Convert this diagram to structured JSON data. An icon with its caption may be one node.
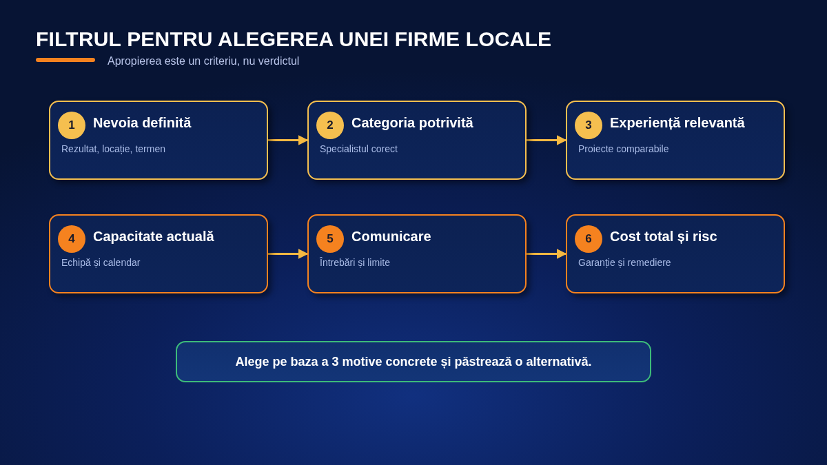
{
  "diagram": {
    "title": "FILTRUL PENTRU ALEGEREA UNEI FIRME LOCALE",
    "nodes": [
      {
        "text": [
          "1",
          "Nevoia definită",
          "Rezultat, locație, termen"
        ]
      },
      {
        "text": [
          "2",
          "Categoria potrivită",
          "Specialistul corect"
        ]
      },
      {
        "text": [
          "3",
          "Experiență relevantă",
          "Proiecte comparabile"
        ]
      },
      {
        "text": [
          "4",
          "Capacitate actuală",
          "Echipă și calendar"
        ]
      },
      {
        "text": [
          "5",
          "Comunicare",
          "Întrebări și limite"
        ]
      },
      {
        "text": [
          "6",
          "Cost total și risc",
          "Garanție și remediere"
        ]
      },
      {
        "text": [
          "Alege pe baza a 3 motive concrete și păstrează o alternativă."
        ]
      }
    ],
    "edges": [
      {
        "from": 0,
        "to": 1,
        "arrow": "to"
      },
      {
        "from": 1,
        "to": 2,
        "arrow": "to"
      },
      {
        "from": 3,
        "to": 4,
        "arrow": "to"
      },
      {
        "from": 4,
        "to": 5,
        "arrow": "to"
      }
    ],
    "labels": [
      "Apropierea este un criteriu, nu verdictul"
    ]
  }
}
